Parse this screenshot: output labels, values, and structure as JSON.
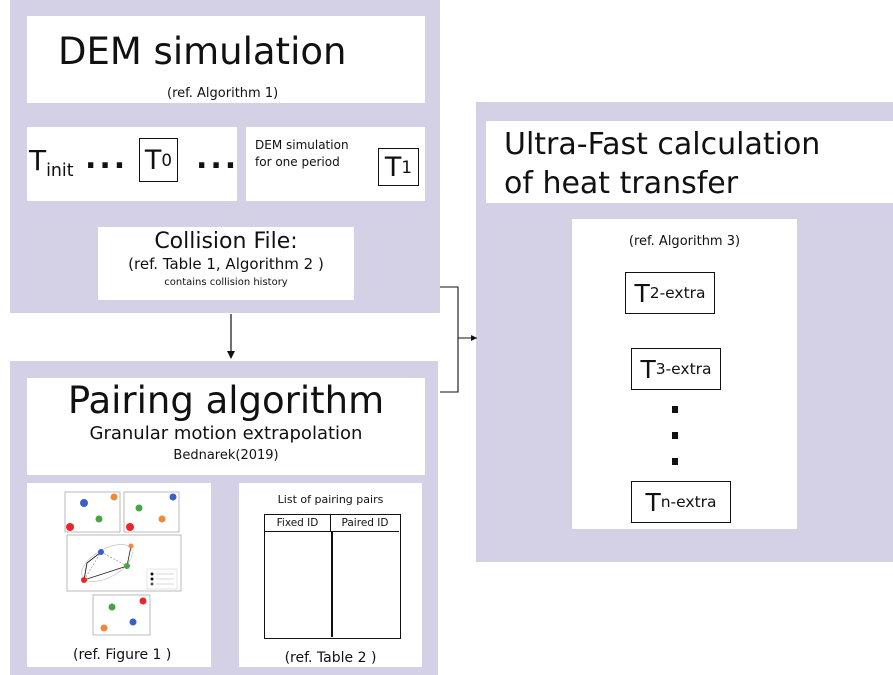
{
  "dem": {
    "title": "DEM simulation",
    "ref": "(ref. Algorithm 1)",
    "t_init": "T",
    "t_init_sub": "init",
    "dots": "...",
    "t0": "T",
    "t0_sub": "0",
    "period_line1": "DEM simulation",
    "period_line2": "for one period",
    "t1": "T",
    "t1_sub": "1",
    "collision_title": "Collision File:",
    "collision_ref": "(ref. Table 1, Algorithm 2 )",
    "collision_note": "contains collision history"
  },
  "ultra": {
    "title_line1": "Ultra-Fast calculation",
    "title_line2": "of heat transfer",
    "ref": "(ref. Algorithm 3)",
    "t2": "T",
    "t2_sub": "2-extra",
    "t3": "T",
    "t3_sub": "3-extra",
    "tn": "T",
    "tn_sub": "n-extra"
  },
  "pairing": {
    "title": "Pairing algorithm",
    "subtitle": "Granular motion extrapolation",
    "author": "Bednarek(2019)",
    "figure_ref": "(ref. Figure 1 )",
    "table_title": "List of pairing pairs",
    "col_fixed": "Fixed ID",
    "col_paired": "Paired ID",
    "table_ref": "(ref. Table 2 )"
  },
  "colors": {
    "panel": "#d4d0e6",
    "red": "#e8262b",
    "blue": "#3b5fc9",
    "green": "#47a547",
    "orange": "#ee8a3c"
  }
}
